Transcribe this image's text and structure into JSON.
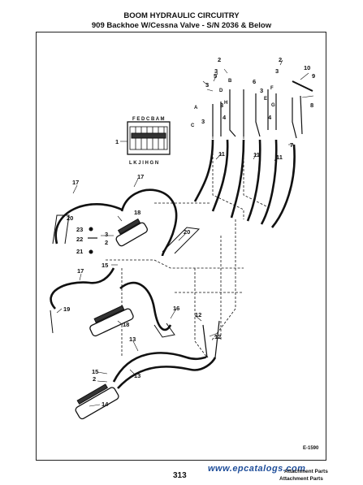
{
  "title": "BOOM HYDRAULIC CIRCUITRY",
  "subtitle": "909 Backhoe W/Cessna Valve - S/N 2036 & Below",
  "valve_top_letters": "F E D C B A M",
  "valve_bottom_letters": "L K J I H G N",
  "callouts": {
    "c1": "1",
    "c2": "2",
    "c3": "3",
    "c4": "4",
    "c5": "5",
    "c6": "6",
    "c7": "7",
    "c8": "8",
    "c9": "9",
    "c10": "10",
    "c11": "11",
    "c12": "12",
    "c13": "13",
    "c14": "14",
    "c15": "15",
    "c16": "16",
    "c17": "17",
    "c18": "18",
    "c19": "19",
    "c20": "20",
    "c21": "21",
    "c22": "22",
    "c23": "23"
  },
  "fitting_letters": {
    "a": "A",
    "b": "B",
    "c": "C",
    "d": "D",
    "e": "E",
    "f": "F",
    "g": "G",
    "h": "H"
  },
  "figure_code": "E-1590",
  "page_number": "313",
  "footer_section": "Attachment Parts",
  "footer_sub": "Attachment Parts",
  "watermark": "www.epcatalogs.com"
}
